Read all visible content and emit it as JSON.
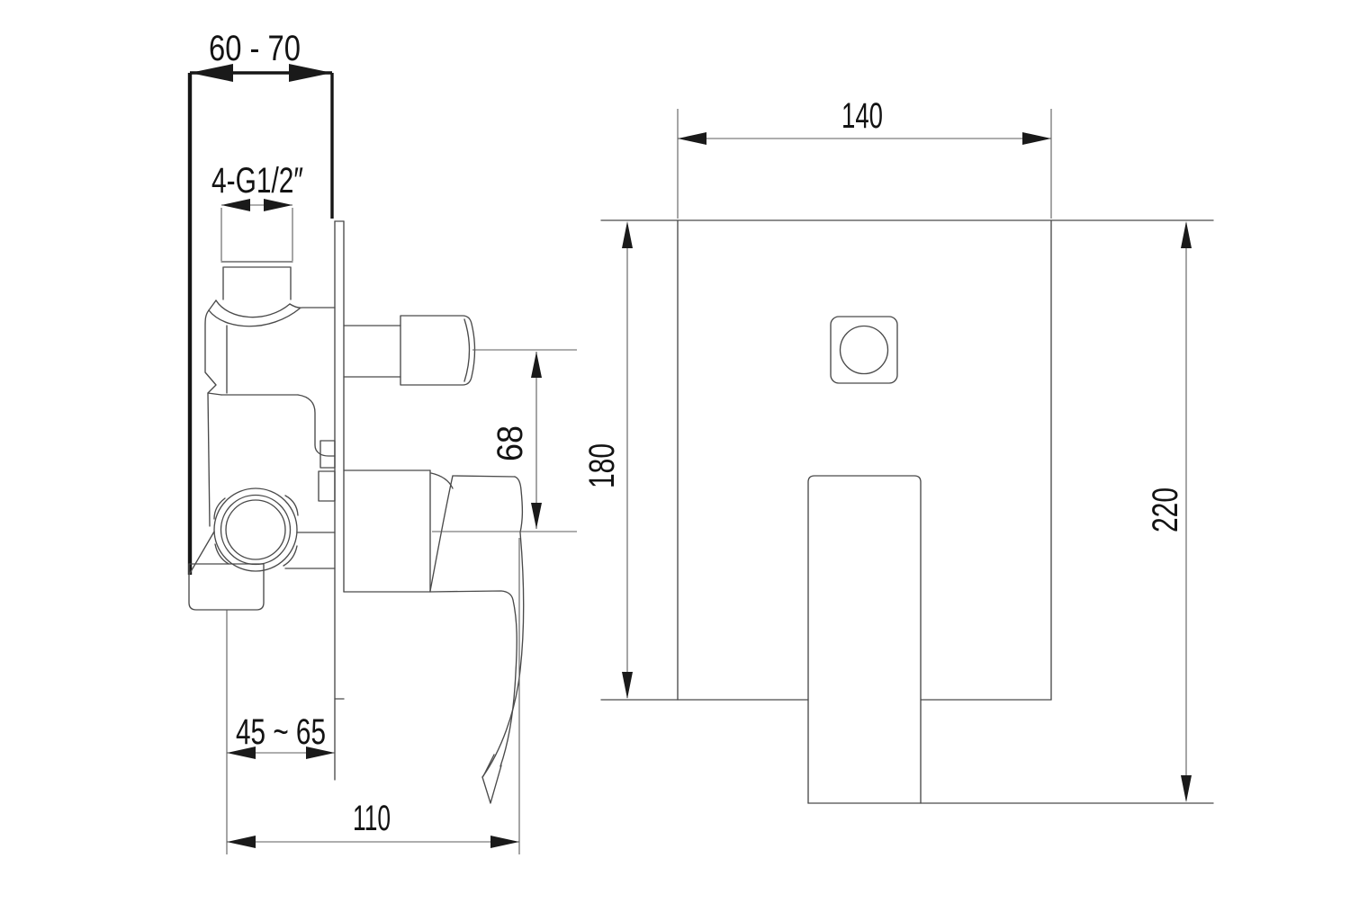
{
  "background": "#ffffff",
  "colors": {
    "line": "#4a4a4a",
    "dimension_line": "#5c5c5c",
    "thick_line": "#161616",
    "text": "#131313"
  },
  "views": {
    "side": {
      "dims": {
        "wall_depth": "60 - 70",
        "thread": "4-G1/2″",
        "knob_offset": "68",
        "plate_depth": "45 ~ 65",
        "reach": "110"
      }
    },
    "front": {
      "dims": {
        "plate_width": "140",
        "plate_height": "180",
        "overall_height": "220"
      }
    }
  }
}
